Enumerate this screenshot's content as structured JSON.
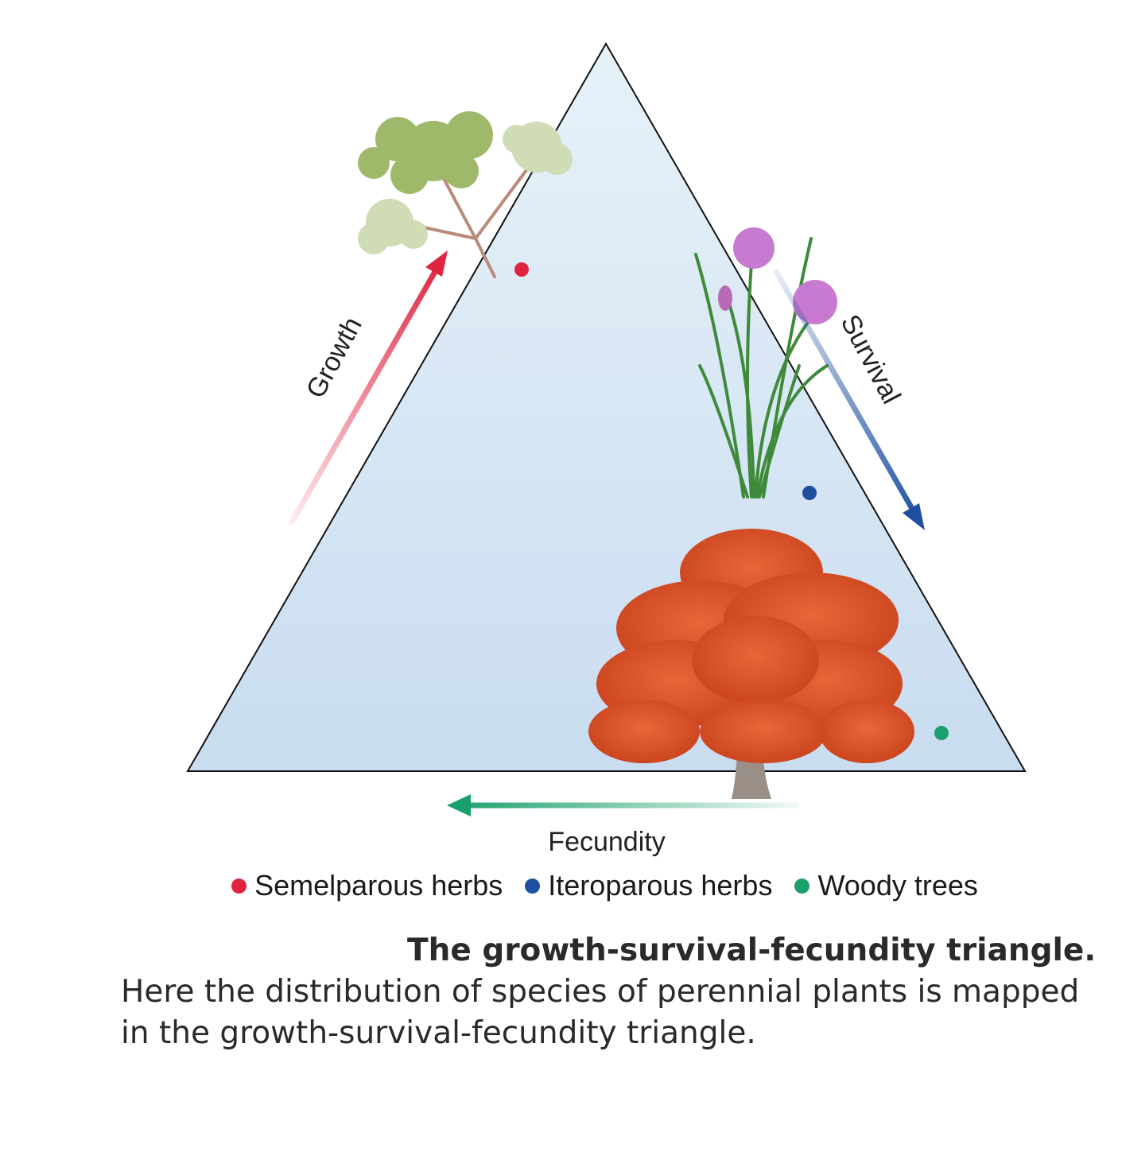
{
  "axes": {
    "growth": "Growth",
    "survival": "Survival",
    "fecundity": "Fecundity"
  },
  "legend": [
    {
      "label": "Semelparous herbs",
      "color": "#e0233f"
    },
    {
      "label": "Iteroparous herbs",
      "color": "#1f4fa0"
    },
    {
      "label": "Woody trees",
      "color": "#1aa06a"
    }
  ],
  "colors": {
    "growth_arrow": "#e0233f",
    "survival_arrow": "#1f4fa0",
    "fecundity_arrow": "#1aa06a",
    "triangle_fill_top": "#e6f2f8",
    "triangle_fill_bottom": "#c9dcf0"
  },
  "caption": {
    "title": "The growth-survival-fecundity triangle.",
    "body": "Here the distribution of species of perennial plants is mapped in the growth-survival-fecundity triangle."
  },
  "illustrations": [
    "flowering-herb-illustration",
    "chives-illustration",
    "autumn-tree-illustration"
  ]
}
